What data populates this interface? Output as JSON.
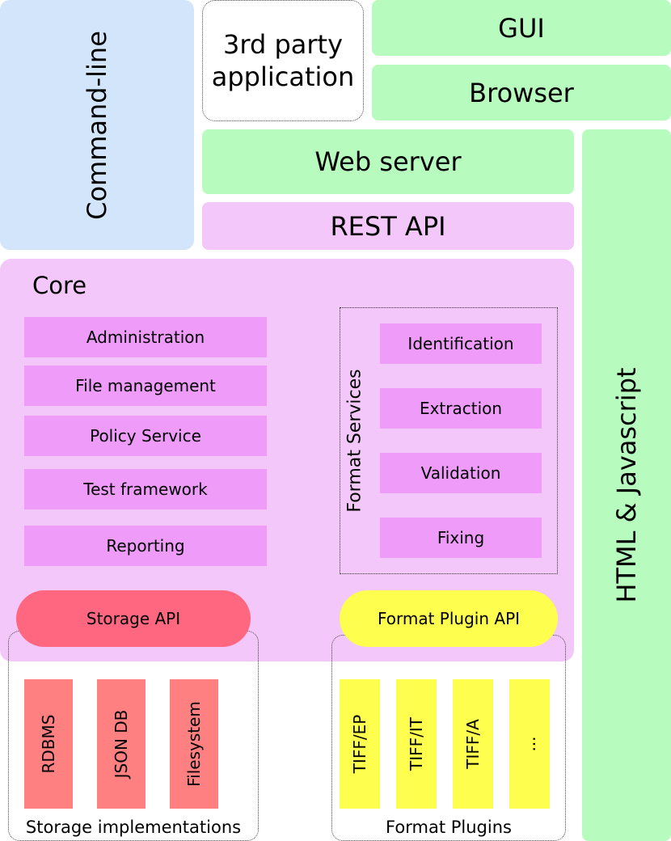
{
  "layers": {
    "command_line": "Command-line",
    "third_party": "3rd party application",
    "gui": "GUI",
    "browser": "Browser",
    "web_server": "Web server",
    "rest_api": "REST API",
    "html_js": "HTML & Javascript"
  },
  "core": {
    "title": "Core",
    "services": [
      "Administration",
      "File management",
      "Policy Service",
      "Test framework",
      "Reporting"
    ],
    "format_services_label": "Format Services",
    "format_services": [
      "Identification",
      "Extraction",
      "Validation",
      "Fixing"
    ],
    "storage_api": "Storage API",
    "format_plugin_api": "Format Plugin API"
  },
  "storage": {
    "label": "Storage implementations",
    "items": [
      "RDBMS",
      "JSON DB",
      "Filesystem"
    ]
  },
  "plugins": {
    "label": "Format Plugins",
    "items": [
      "TIFF/EP",
      "TIFF/IT",
      "TIFF/A",
      "..."
    ]
  },
  "colors": {
    "command_line": "#d3e5fb",
    "frontend": "#b7fcbe",
    "core": "#f3c7f9",
    "service": "#ee9bfa",
    "storage_api": "#ff6781",
    "storage_item": "#fe8080",
    "plugin": "#fefe4e"
  }
}
